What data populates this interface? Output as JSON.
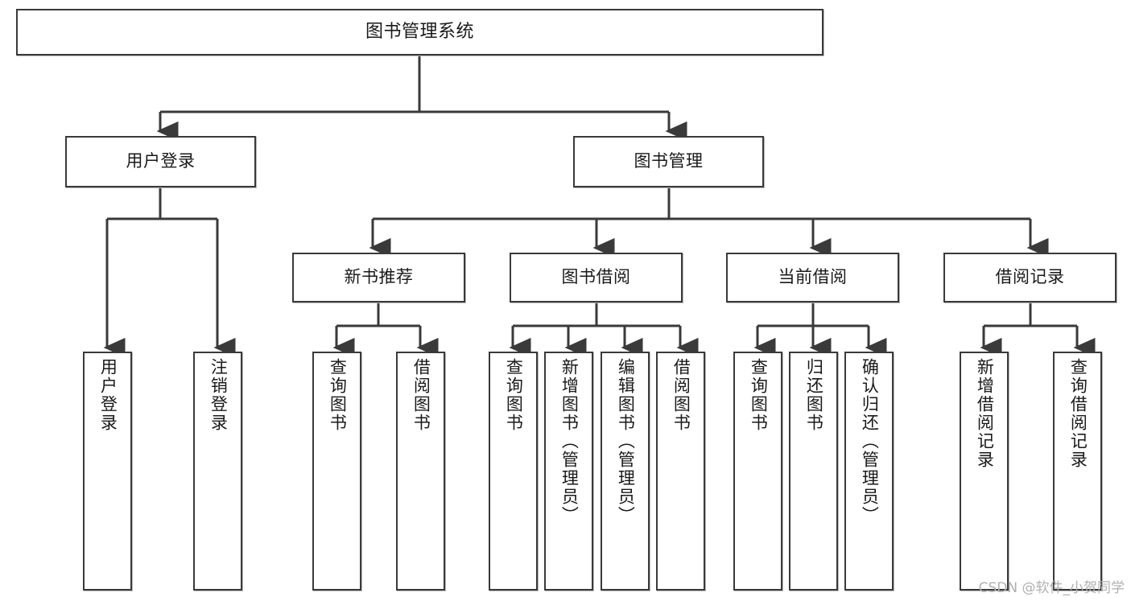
{
  "diagram": {
    "title": "图书管理系统",
    "type": "tree",
    "watermark": "CSDN @软件_小贺同学",
    "colors": {
      "box_border": "#3a3a3a",
      "box_fill": "#ffffff",
      "line": "#3a3a3a",
      "text": "#1a1a1a",
      "watermark": "#b0b0b0"
    },
    "root": {
      "label": "图书管理系统"
    },
    "level2": [
      {
        "label": "用户登录"
      },
      {
        "label": "图书管理"
      }
    ],
    "level3": [
      {
        "label": "新书推荐"
      },
      {
        "label": "图书借阅"
      },
      {
        "label": "当前借阅"
      },
      {
        "label": "借阅记录"
      }
    ],
    "leaves": {
      "user_login": [
        {
          "label": "用户登录"
        },
        {
          "label": "注销登录"
        }
      ],
      "new_book": [
        {
          "label": "查询图书"
        },
        {
          "label": "借阅图书"
        }
      ],
      "book_borrow": [
        {
          "label": "查询图书"
        },
        {
          "label": "新增图书（管理员）"
        },
        {
          "label": "编辑图书（管理员）"
        },
        {
          "label": "借阅图书"
        }
      ],
      "current_borrow": [
        {
          "label": "查询图书"
        },
        {
          "label": "归还图书"
        },
        {
          "label": "确认归还（管理员）"
        }
      ],
      "borrow_record": [
        {
          "label": "新增借阅记录"
        },
        {
          "label": "查询借阅记录"
        }
      ]
    }
  }
}
